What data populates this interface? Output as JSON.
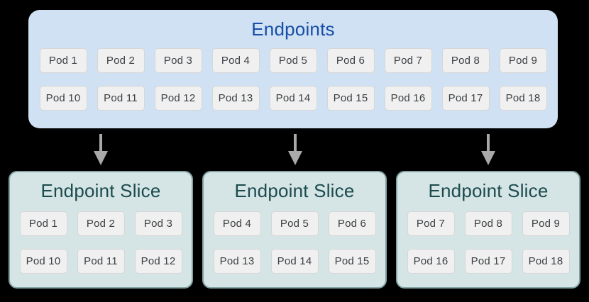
{
  "colors": {
    "background": "#000000",
    "endpoints_fill": "#cfe1f3",
    "endpoints_title": "#174ea6",
    "slice_fill": "#d5e4e4",
    "slice_border": "#84a3a4",
    "slice_title": "#1c4b4e",
    "pod_fill": "#f0f0f0",
    "pod_border": "#d6d6d6",
    "pod_text": "#3c4043",
    "arrow": "#a9a9a9"
  },
  "endpoints": {
    "title": "Endpoints",
    "rows": [
      [
        "Pod 1",
        "Pod 2",
        "Pod 3",
        "Pod 4",
        "Pod 5",
        "Pod 6",
        "Pod 7",
        "Pod 8",
        "Pod 9"
      ],
      [
        "Pod 10",
        "Pod 11",
        "Pod 12",
        "Pod 13",
        "Pod 14",
        "Pod 15",
        "Pod 16",
        "Pod 17",
        "Pod 18"
      ]
    ]
  },
  "slices": [
    {
      "title": "Endpoint Slice",
      "rows": [
        [
          "Pod 1",
          "Pod 2",
          "Pod 3"
        ],
        [
          "Pod 10",
          "Pod 11",
          "Pod 12"
        ]
      ]
    },
    {
      "title": "Endpoint Slice",
      "rows": [
        [
          "Pod 4",
          "Pod 5",
          "Pod 6"
        ],
        [
          "Pod 13",
          "Pod 14",
          "Pod 15"
        ]
      ]
    },
    {
      "title": "Endpoint Slice",
      "rows": [
        [
          "Pod 7",
          "Pod 8",
          "Pod 9"
        ],
        [
          "Pod 16",
          "Pod 17",
          "Pod 18"
        ]
      ]
    }
  ]
}
